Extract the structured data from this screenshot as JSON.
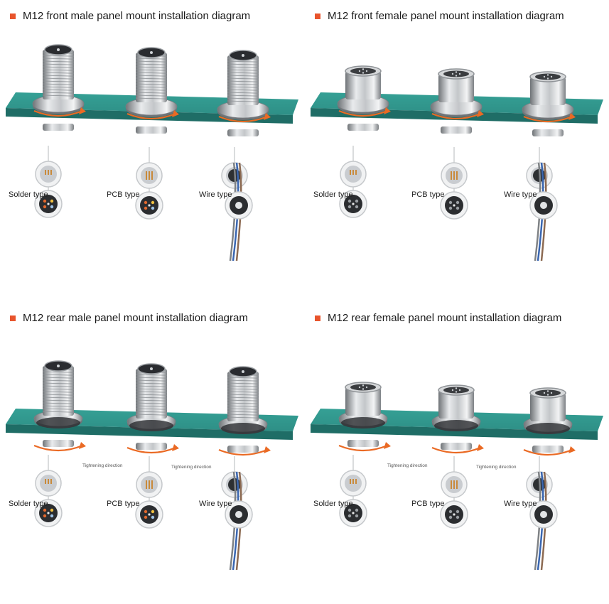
{
  "colors": {
    "panel": "#2e8f86",
    "panel_edge": "#1f6d66",
    "metal": "#b9bcc0",
    "arrow": "#ea6a24",
    "bullet": "#e8542c"
  },
  "labels": {
    "solder": "Solder type",
    "pcb": "PCB type",
    "wire": "Wire type",
    "tightening": "Tightening direction"
  },
  "diagrams": [
    {
      "title": "M12 front male  panel mount installation diagram",
      "mount": "front",
      "gender": "male"
    },
    {
      "title": "M12 front female  panel mount installation diagram",
      "mount": "front",
      "gender": "female"
    },
    {
      "title": "M12 rear  male  panel mount installation diagram",
      "mount": "rear",
      "gender": "male"
    },
    {
      "title": "M12 rear  female  panel mount installation diagram",
      "mount": "rear",
      "gender": "female"
    }
  ]
}
